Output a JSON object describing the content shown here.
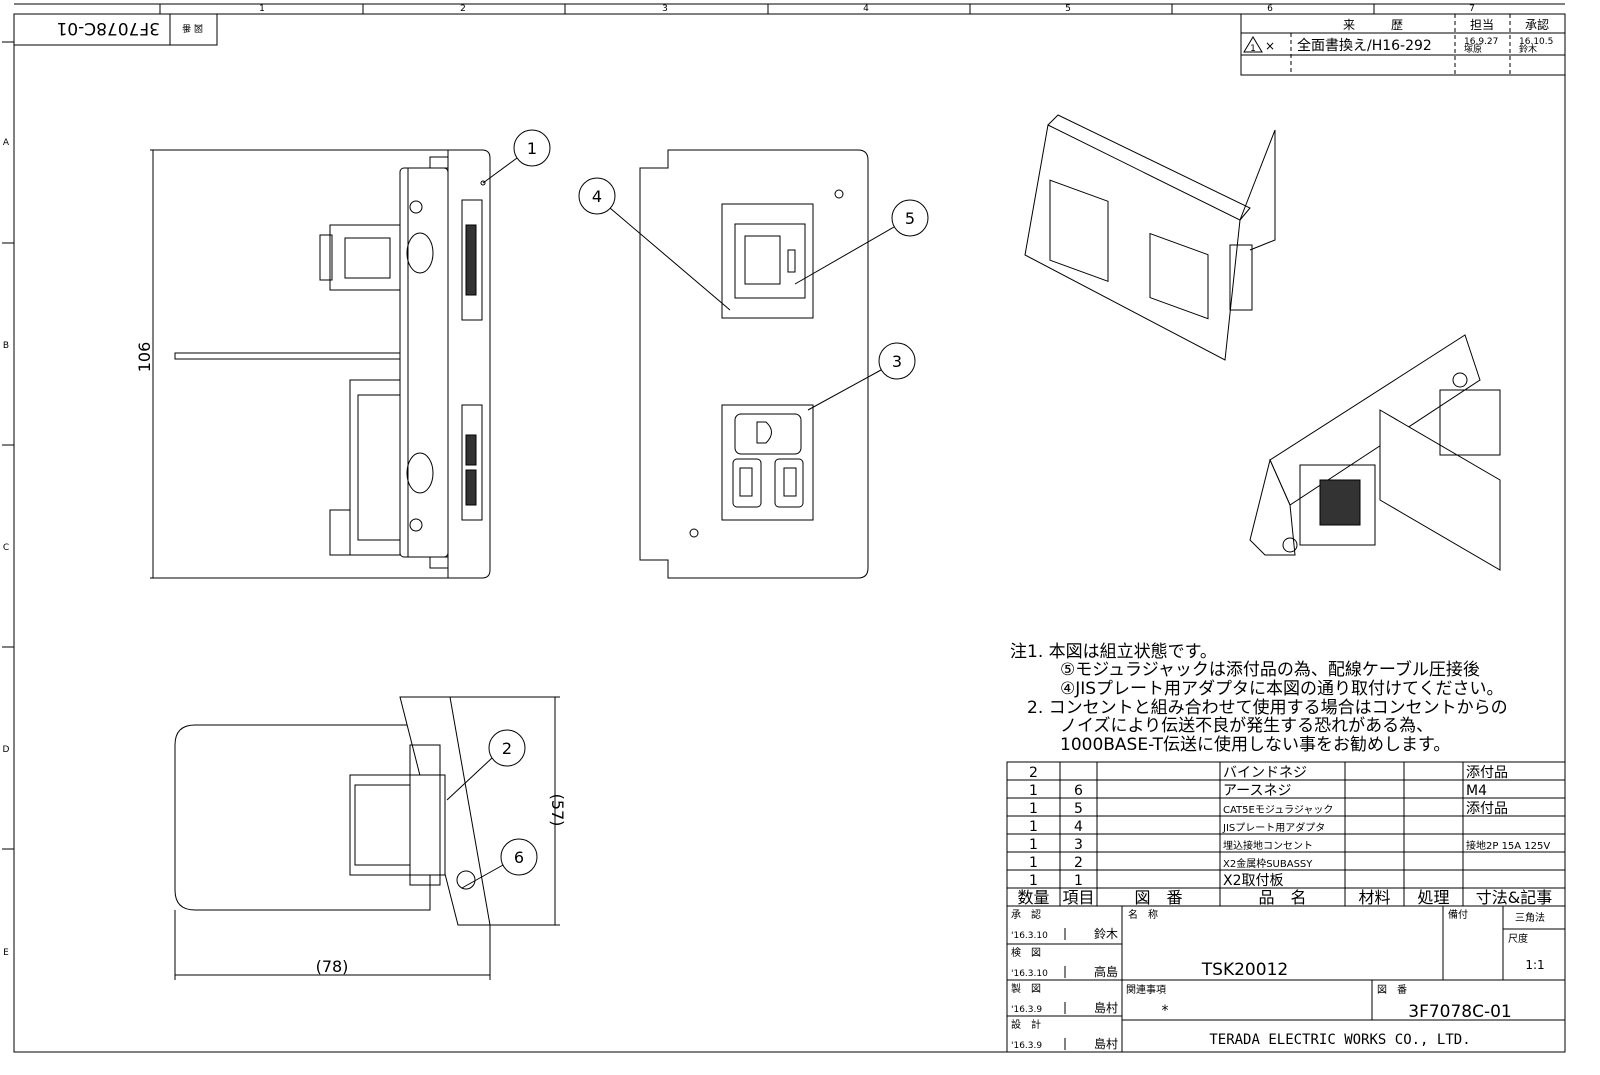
{
  "ruler": {
    "columns": [
      "1",
      "2",
      "3",
      "4",
      "5",
      "6",
      "7"
    ],
    "rows": [
      "A",
      "B",
      "C",
      "D",
      "E"
    ]
  },
  "corner_title": {
    "label": "図 番",
    "number": "3F7078C-01"
  },
  "revision": {
    "header": {
      "history": "来　　　歴",
      "in_charge": "担当",
      "approval": "承認"
    },
    "rows": [
      {
        "mark": "1",
        "symbol": "×",
        "description": "全面書換え/H16-292",
        "in_charge_date": "16.9.27",
        "in_charge_name": "塚原",
        "approval_date": "16.10.5",
        "approval_name": "鈴木"
      }
    ]
  },
  "balloons": [
    "1",
    "2",
    "3",
    "4",
    "5",
    "6"
  ],
  "dimensions": {
    "height": "106",
    "depth": "(57)",
    "width": "(78)"
  },
  "notes": [
    "注1.  本図は組立状態です。",
    "⑤モジュラジャックは添付品の為、配線ケーブル圧接後",
    "④JISプレート用アダプタに本図の通り取付けてください。",
    "2.  コンセントと組み合わせて使用する場合はコンセントからの",
    "ノイズにより伝送不良が発生する恐れがある為、",
    "1000BASE-T伝送に使用しない事をお勧めします。"
  ],
  "parts_list": {
    "headers": [
      "数量",
      "項目",
      "図　番",
      "品　名",
      "材料",
      "処理",
      "寸法&記事"
    ],
    "rows": [
      {
        "qty": "2",
        "item": "",
        "drawing_no": "",
        "name": "バインドネジ",
        "material": "",
        "treatment": "",
        "remarks": "添付品"
      },
      {
        "qty": "1",
        "item": "6",
        "drawing_no": "",
        "name": "アースネジ",
        "material": "",
        "treatment": "",
        "remarks": "M4"
      },
      {
        "qty": "1",
        "item": "5",
        "drawing_no": "",
        "name": "CAT5Eモジュラジャック",
        "material": "",
        "treatment": "",
        "remarks": "添付品"
      },
      {
        "qty": "1",
        "item": "4",
        "drawing_no": "",
        "name": "JISプレート用アダプタ",
        "material": "",
        "treatment": "",
        "remarks": ""
      },
      {
        "qty": "1",
        "item": "3",
        "drawing_no": "",
        "name": "埋込接地コンセント",
        "material": "",
        "treatment": "",
        "remarks": "接地2P 15A 125V"
      },
      {
        "qty": "1",
        "item": "2",
        "drawing_no": "",
        "name": "X2金属枠SUBASSY",
        "material": "",
        "treatment": "",
        "remarks": ""
      },
      {
        "qty": "1",
        "item": "1",
        "drawing_no": "",
        "name": "X2取付板",
        "material": "",
        "treatment": "",
        "remarks": ""
      }
    ]
  },
  "title_block": {
    "signoffs": [
      {
        "role": "承　認",
        "date": "'16.3.10",
        "name": "鈴木"
      },
      {
        "role": "検　図",
        "date": "'16.3.10",
        "name": "高島"
      },
      {
        "role": "製　図",
        "date": "'16.3.9",
        "name": "島村"
      },
      {
        "role": "設　計",
        "date": "'16.3.9",
        "name": "島村"
      }
    ],
    "name_label": "名　称",
    "name_value": "TSK20012",
    "attached_label": "備付",
    "projection": "三角法",
    "scale_label": "尺度",
    "scale_value": "1:1",
    "related_label": "関連事項",
    "related_value": "*",
    "drawing_no_label": "図　番",
    "drawing_no_value": "3F7078C-01",
    "company": "TERADA ELECTRIC WORKS CO., LTD."
  }
}
